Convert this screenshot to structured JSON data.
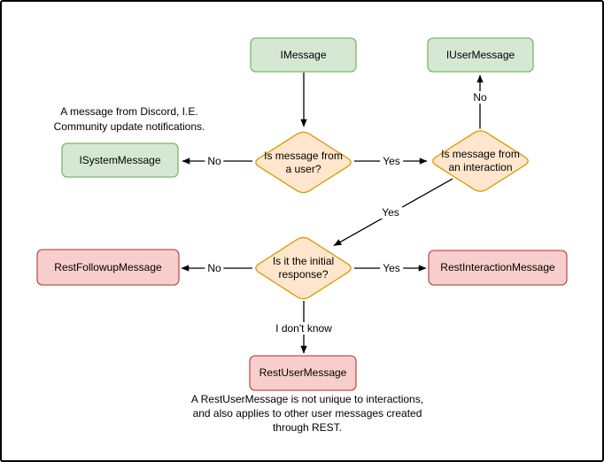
{
  "colors": {
    "background": "#ffffff",
    "border_color": "#000000",
    "text_color": "#000000",
    "edge_color": "#000000",
    "green_fill": "#d5e8d4",
    "green_stroke": "#82b366",
    "orange_fill": "#ffe6cc",
    "orange_stroke": "#d79b00",
    "red_fill": "#f8cecc",
    "red_stroke": "#b85450"
  },
  "nodes": {
    "imessage": "IMessage",
    "iusermessage": "IUserMessage",
    "isystemmessage": "ISystemMessage",
    "is_from_user": "Is message from\na user?",
    "is_from_interaction": "Is message from\nan interaction",
    "is_initial_response": "Is it the initial\nresponse?",
    "restfollowupmessage": "RestFollowupMessage",
    "restinteractionmessage": "RestInteractionMessage",
    "restusermessage": "RestUserMessage"
  },
  "edge_labels": {
    "user_no": "No",
    "user_yes": "Yes",
    "interaction_no": "No",
    "interaction_yes": "Yes",
    "initial_no": "No",
    "initial_yes": "Yes",
    "initial_unknown": "I don't know"
  },
  "notes": {
    "system_message_note": "A message from Discord, I.E.\nCommunity update notifications.",
    "rest_user_message_note": "A RestUserMessage is not unique to interactions,\nand also applies to other user messages created\nthrough REST."
  }
}
